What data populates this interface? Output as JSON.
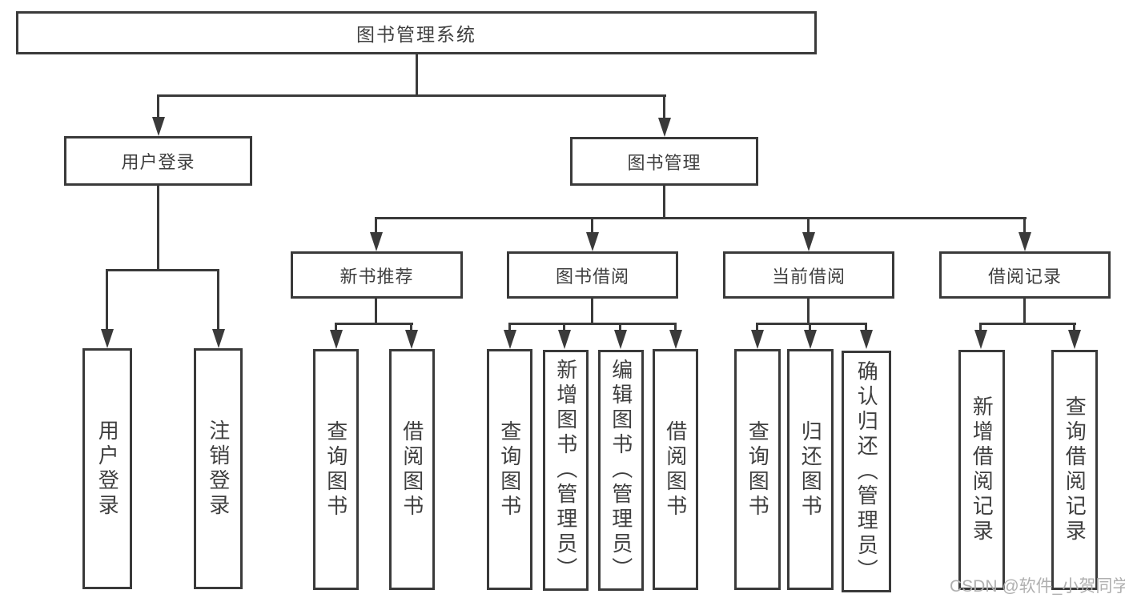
{
  "diagram": {
    "root": "图书管理系统",
    "user_branch": {
      "label": "用户登录",
      "children": [
        "用户登录",
        "注销登录"
      ]
    },
    "book_branch": {
      "label": "图书管理",
      "groups": [
        {
          "label": "新书推荐",
          "children": [
            "查询图书",
            "借阅图书"
          ]
        },
        {
          "label": "图书借阅",
          "children": [
            "查询图书",
            "新增图书（管理员）",
            "编辑图书（管理员）",
            "借阅图书"
          ]
        },
        {
          "label": "当前借阅",
          "children": [
            "查询图书",
            "归还图书",
            "确认归还（管理员）"
          ]
        },
        {
          "label": "借阅记录",
          "children": [
            "新增借阅记录",
            "查询借阅记录"
          ]
        }
      ]
    },
    "watermark": "CSDN @软件_小贺同学"
  }
}
